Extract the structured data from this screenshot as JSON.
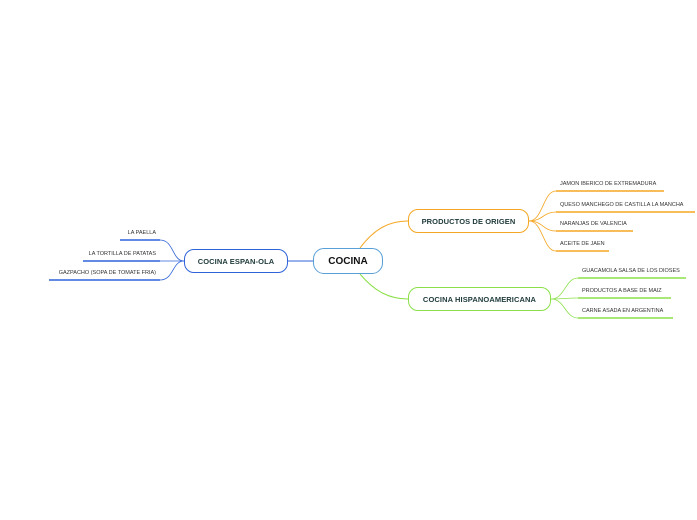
{
  "root": {
    "label": "COCINA",
    "color": "#5aa0d8"
  },
  "branches": {
    "spain": {
      "label": "COCINA ESPAN-OLA",
      "color": "#2f63d8",
      "items": [
        "LA PAELLA",
        "LA TORTILLA DE PATATAS",
        "GAZPACHO (SOPA DE TOMATE FRIA)"
      ]
    },
    "origen": {
      "label": "PRODUCTOS DE ORIGEN",
      "color": "#f5a623",
      "items": [
        "JAMON IBERICO DE EXTREMADURA",
        "QUESO MANCHEGO DE CASTILLA LA MANCHA",
        "NARANJAS DE VALENCIA",
        "ACEITE DE JAEN"
      ]
    },
    "hisp": {
      "label": "COCINA HISPANOAMERICANA",
      "color": "#8be04a",
      "items": [
        "GUACAMOLA SALSA DE LOS DIOSES",
        "PRODUCTOS A BASE DE MAIZ",
        "CARNE ASADA EN ARGENTINA"
      ]
    }
  }
}
